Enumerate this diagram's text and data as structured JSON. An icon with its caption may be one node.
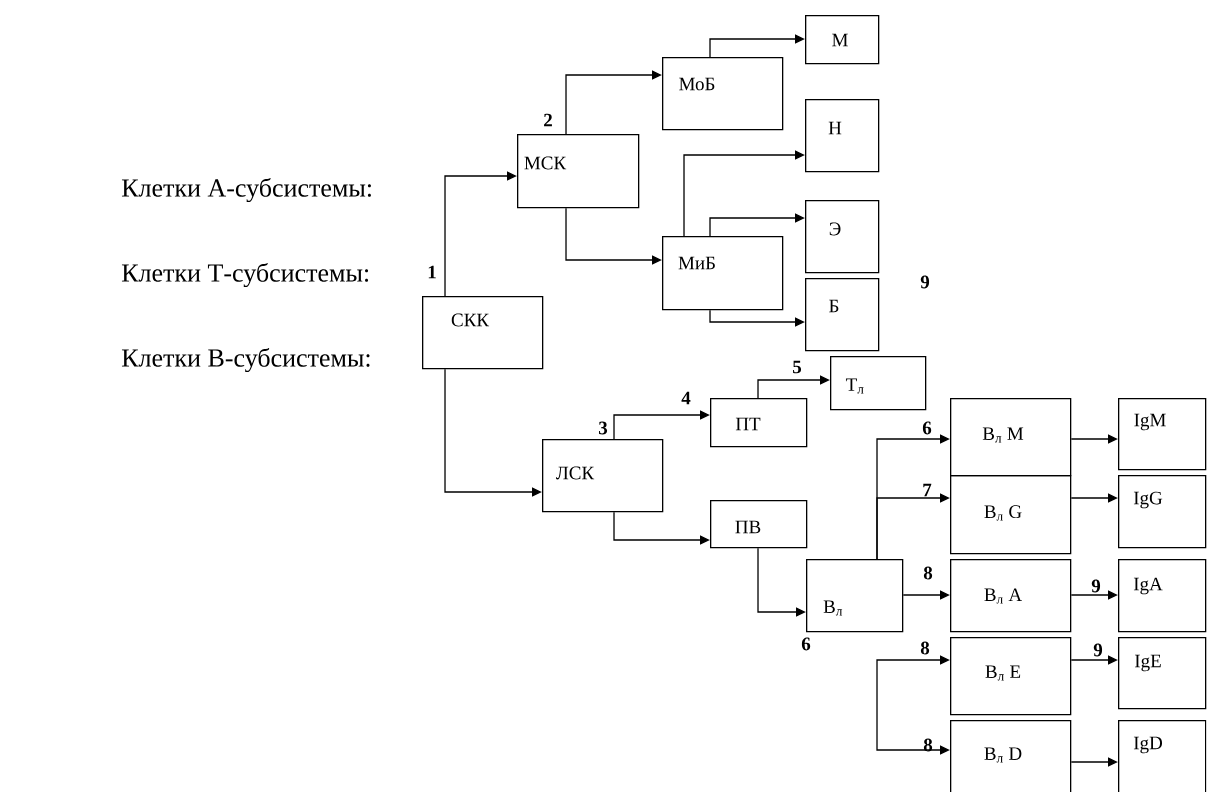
{
  "diagram": {
    "nodes": [
      {
        "text": [
          "СКК"
        ]
      },
      {
        "text": [
          "МСК"
        ]
      },
      {
        "text": [
          "МоБ"
        ]
      },
      {
        "text": [
          "М"
        ]
      },
      {
        "text": [
          "МиБ"
        ]
      },
      {
        "text": [
          "Н"
        ]
      },
      {
        "text": [
          "Э"
        ]
      },
      {
        "text": [
          "Б"
        ]
      },
      {
        "text": [
          "ЛСК"
        ]
      },
      {
        "text": [
          "ПТ"
        ]
      },
      {
        "text": [
          "Т$_{л}$"
        ]
      },
      {
        "text": [
          "ПВ"
        ]
      },
      {
        "text": [
          "В$_{л}$"
        ]
      },
      {
        "text": [
          "В$_{л}$ M"
        ]
      },
      {
        "text": [
          "В$_{л}$ G"
        ]
      },
      {
        "text": [
          "В$_{л}$ A"
        ]
      },
      {
        "text": [
          "В$_{л}$ E"
        ]
      },
      {
        "text": [
          "В$_{л}$ D"
        ]
      },
      {
        "text": [
          "IgM"
        ]
      },
      {
        "text": [
          "IgG"
        ]
      },
      {
        "text": [
          "IgA"
        ]
      },
      {
        "text": [
          "IgE"
        ]
      },
      {
        "text": [
          "IgD"
        ]
      }
    ],
    "edges": [
      {
        "from": 0,
        "to": 1,
        "arrow": "to"
      },
      {
        "from": 0,
        "to": 8,
        "arrow": "to"
      },
      {
        "from": 1,
        "to": 2,
        "arrow": "to"
      },
      {
        "from": 1,
        "to": 4,
        "arrow": "to"
      },
      {
        "from": 2,
        "to": 3,
        "arrow": "to"
      },
      {
        "from": 4,
        "to": 5,
        "arrow": "to"
      },
      {
        "from": 4,
        "to": 6,
        "arrow": "to"
      },
      {
        "from": 4,
        "to": 7,
        "arrow": "to"
      },
      {
        "from": 8,
        "to": 9,
        "arrow": "to"
      },
      {
        "from": 8,
        "to": 11,
        "arrow": "to"
      },
      {
        "from": 9,
        "to": 10,
        "arrow": "to"
      },
      {
        "from": 11,
        "to": 12,
        "arrow": "to"
      },
      {
        "from": 12,
        "to": 13,
        "arrow": "to"
      },
      {
        "from": 12,
        "to": 14,
        "arrow": "to"
      },
      {
        "from": 12,
        "to": 15,
        "arrow": "to"
      },
      {
        "from": null,
        "to": 16,
        "arrow": "to"
      },
      {
        "from": null,
        "to": 17,
        "arrow": "to"
      },
      {
        "from": 13,
        "to": 18,
        "arrow": "to"
      },
      {
        "from": 14,
        "to": 19,
        "arrow": "to"
      },
      {
        "from": 15,
        "to": 20,
        "arrow": "to"
      },
      {
        "from": 16,
        "to": 21,
        "arrow": "to"
      },
      {
        "from": 17,
        "to": 22,
        "arrow": "to"
      }
    ],
    "labels": [
      "2",
      "Клетки А-субсистемы:",
      "1",
      "Клетки Т-субсистемы:",
      "9",
      "5",
      "Клетки В-субсистемы:",
      "4",
      "3",
      "6",
      "7",
      "8",
      "9",
      "6",
      "8",
      "9",
      "8"
    ]
  }
}
